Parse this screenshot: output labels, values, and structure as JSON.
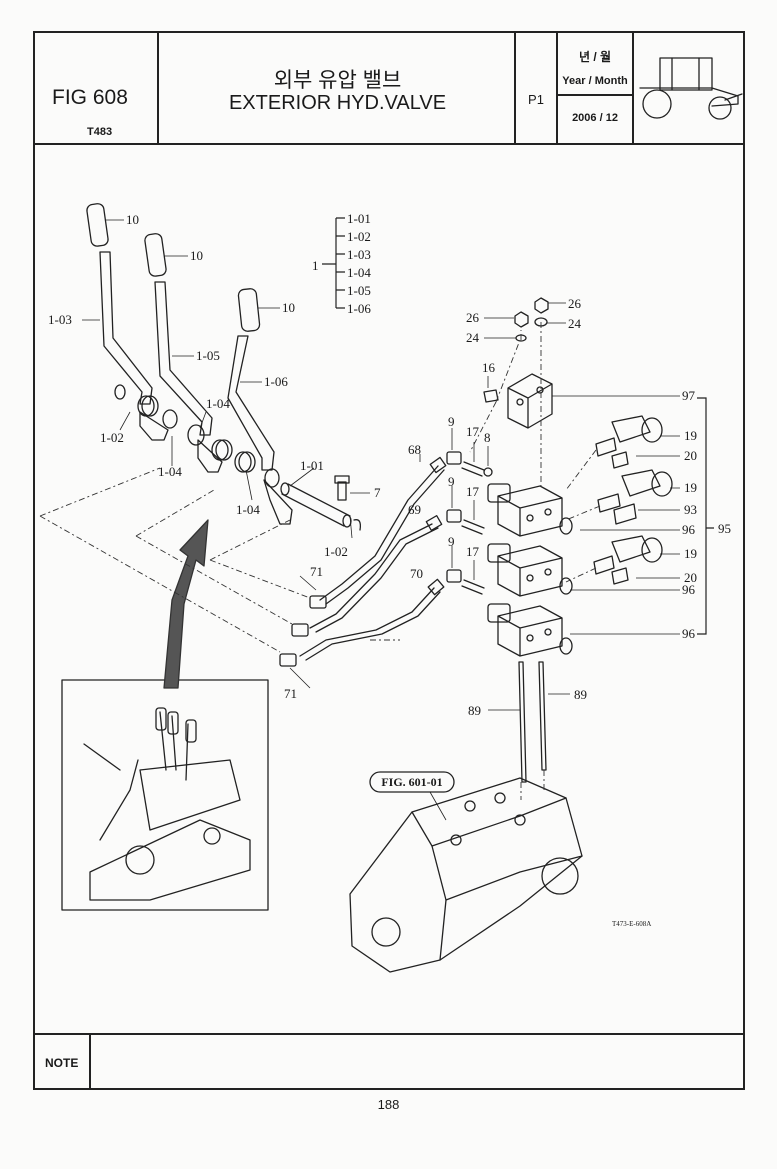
{
  "header": {
    "figure_number": "FIG 608",
    "model_code": "T483",
    "title_korean": "외부 유압 밸브",
    "title_english": "EXTERIOR HYD.VALVE",
    "page_code": "P1",
    "year_month_korean": "년 / 월",
    "year_month_english": "Year / Month",
    "year_month_value": "2006 / 12"
  },
  "parts_group": {
    "parent": "1",
    "children": [
      "1-01",
      "1-02",
      "1-03",
      "1-04",
      "1-05",
      "1-06"
    ]
  },
  "callouts": {
    "c10a": "10",
    "c10b": "10",
    "c10c": "10",
    "c103": "1-03",
    "c105": "1-05",
    "c106": "1-06",
    "c104a": "1-04",
    "c104b": "1-04",
    "c104c": "1-04",
    "c102a": "1-02",
    "c102b": "1-02",
    "c101": "1-01",
    "c7": "7",
    "c68": "68",
    "c69": "69",
    "c70": "70",
    "c71a": "71",
    "c71b": "71",
    "c9a": "9",
    "c9b": "9",
    "c9c": "9",
    "c17a": "17",
    "c17b": "17",
    "c17c": "17",
    "c8": "8",
    "c16": "16",
    "c26a": "26",
    "c26b": "26",
    "c24a": "24",
    "c24b": "24",
    "c97": "97",
    "c19a": "19",
    "c19b": "19",
    "c19c": "19",
    "c20a": "20",
    "c20b": "20",
    "c93": "93",
    "c96a": "96",
    "c96b": "96",
    "c96c": "96",
    "c95": "95",
    "c89a": "89",
    "c89b": "89"
  },
  "reference_figure": "FIG. 601-01",
  "drawing_code": "T473-E-608A",
  "footer": {
    "note_label": "NOTE",
    "page_number": "188"
  }
}
